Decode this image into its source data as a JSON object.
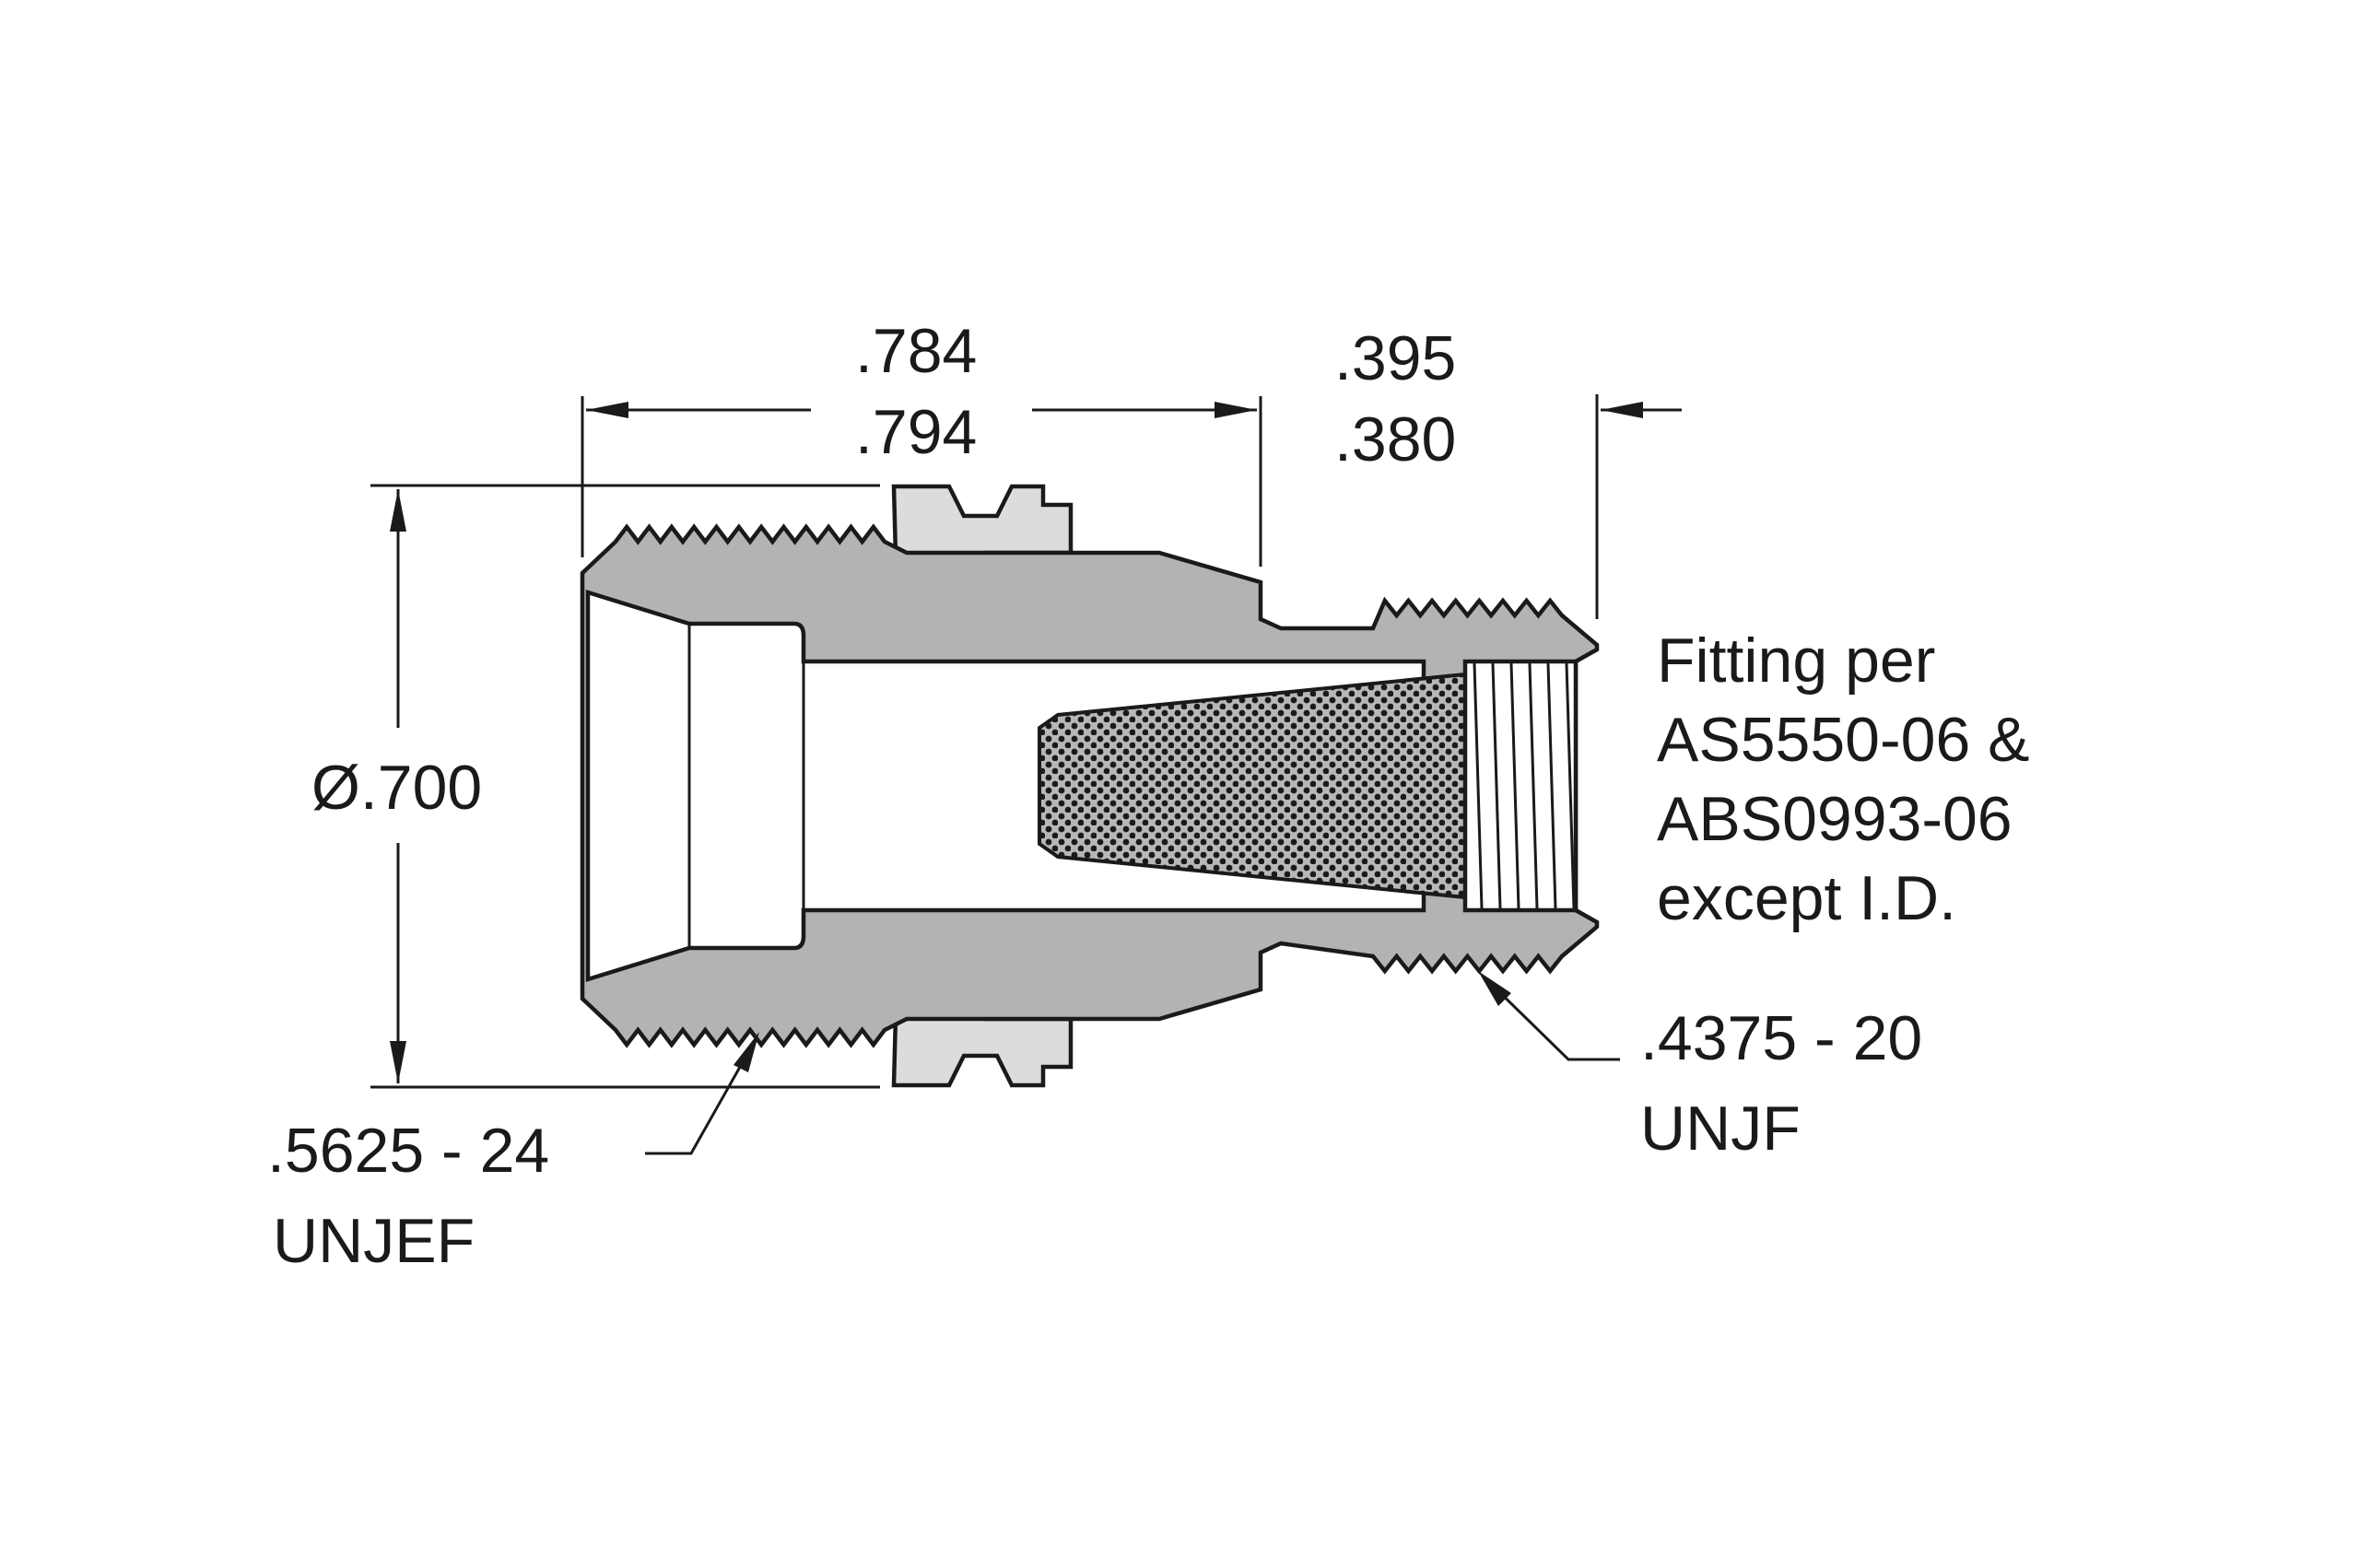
{
  "dimensions": {
    "length_upper": ".784",
    "length_lower": ".794",
    "end_upper": ".395",
    "end_lower": ".380",
    "diameter": "Ø.700"
  },
  "threads": {
    "large_size": ".5625 - 24",
    "large_class": "UNJEF",
    "small_size": ".4375 - 20",
    "small_class": "UNJF"
  },
  "note": {
    "line1": "Fitting per",
    "line2": "AS5550-06 &",
    "line3": "ABS0993-06",
    "line4": "except I.D."
  }
}
